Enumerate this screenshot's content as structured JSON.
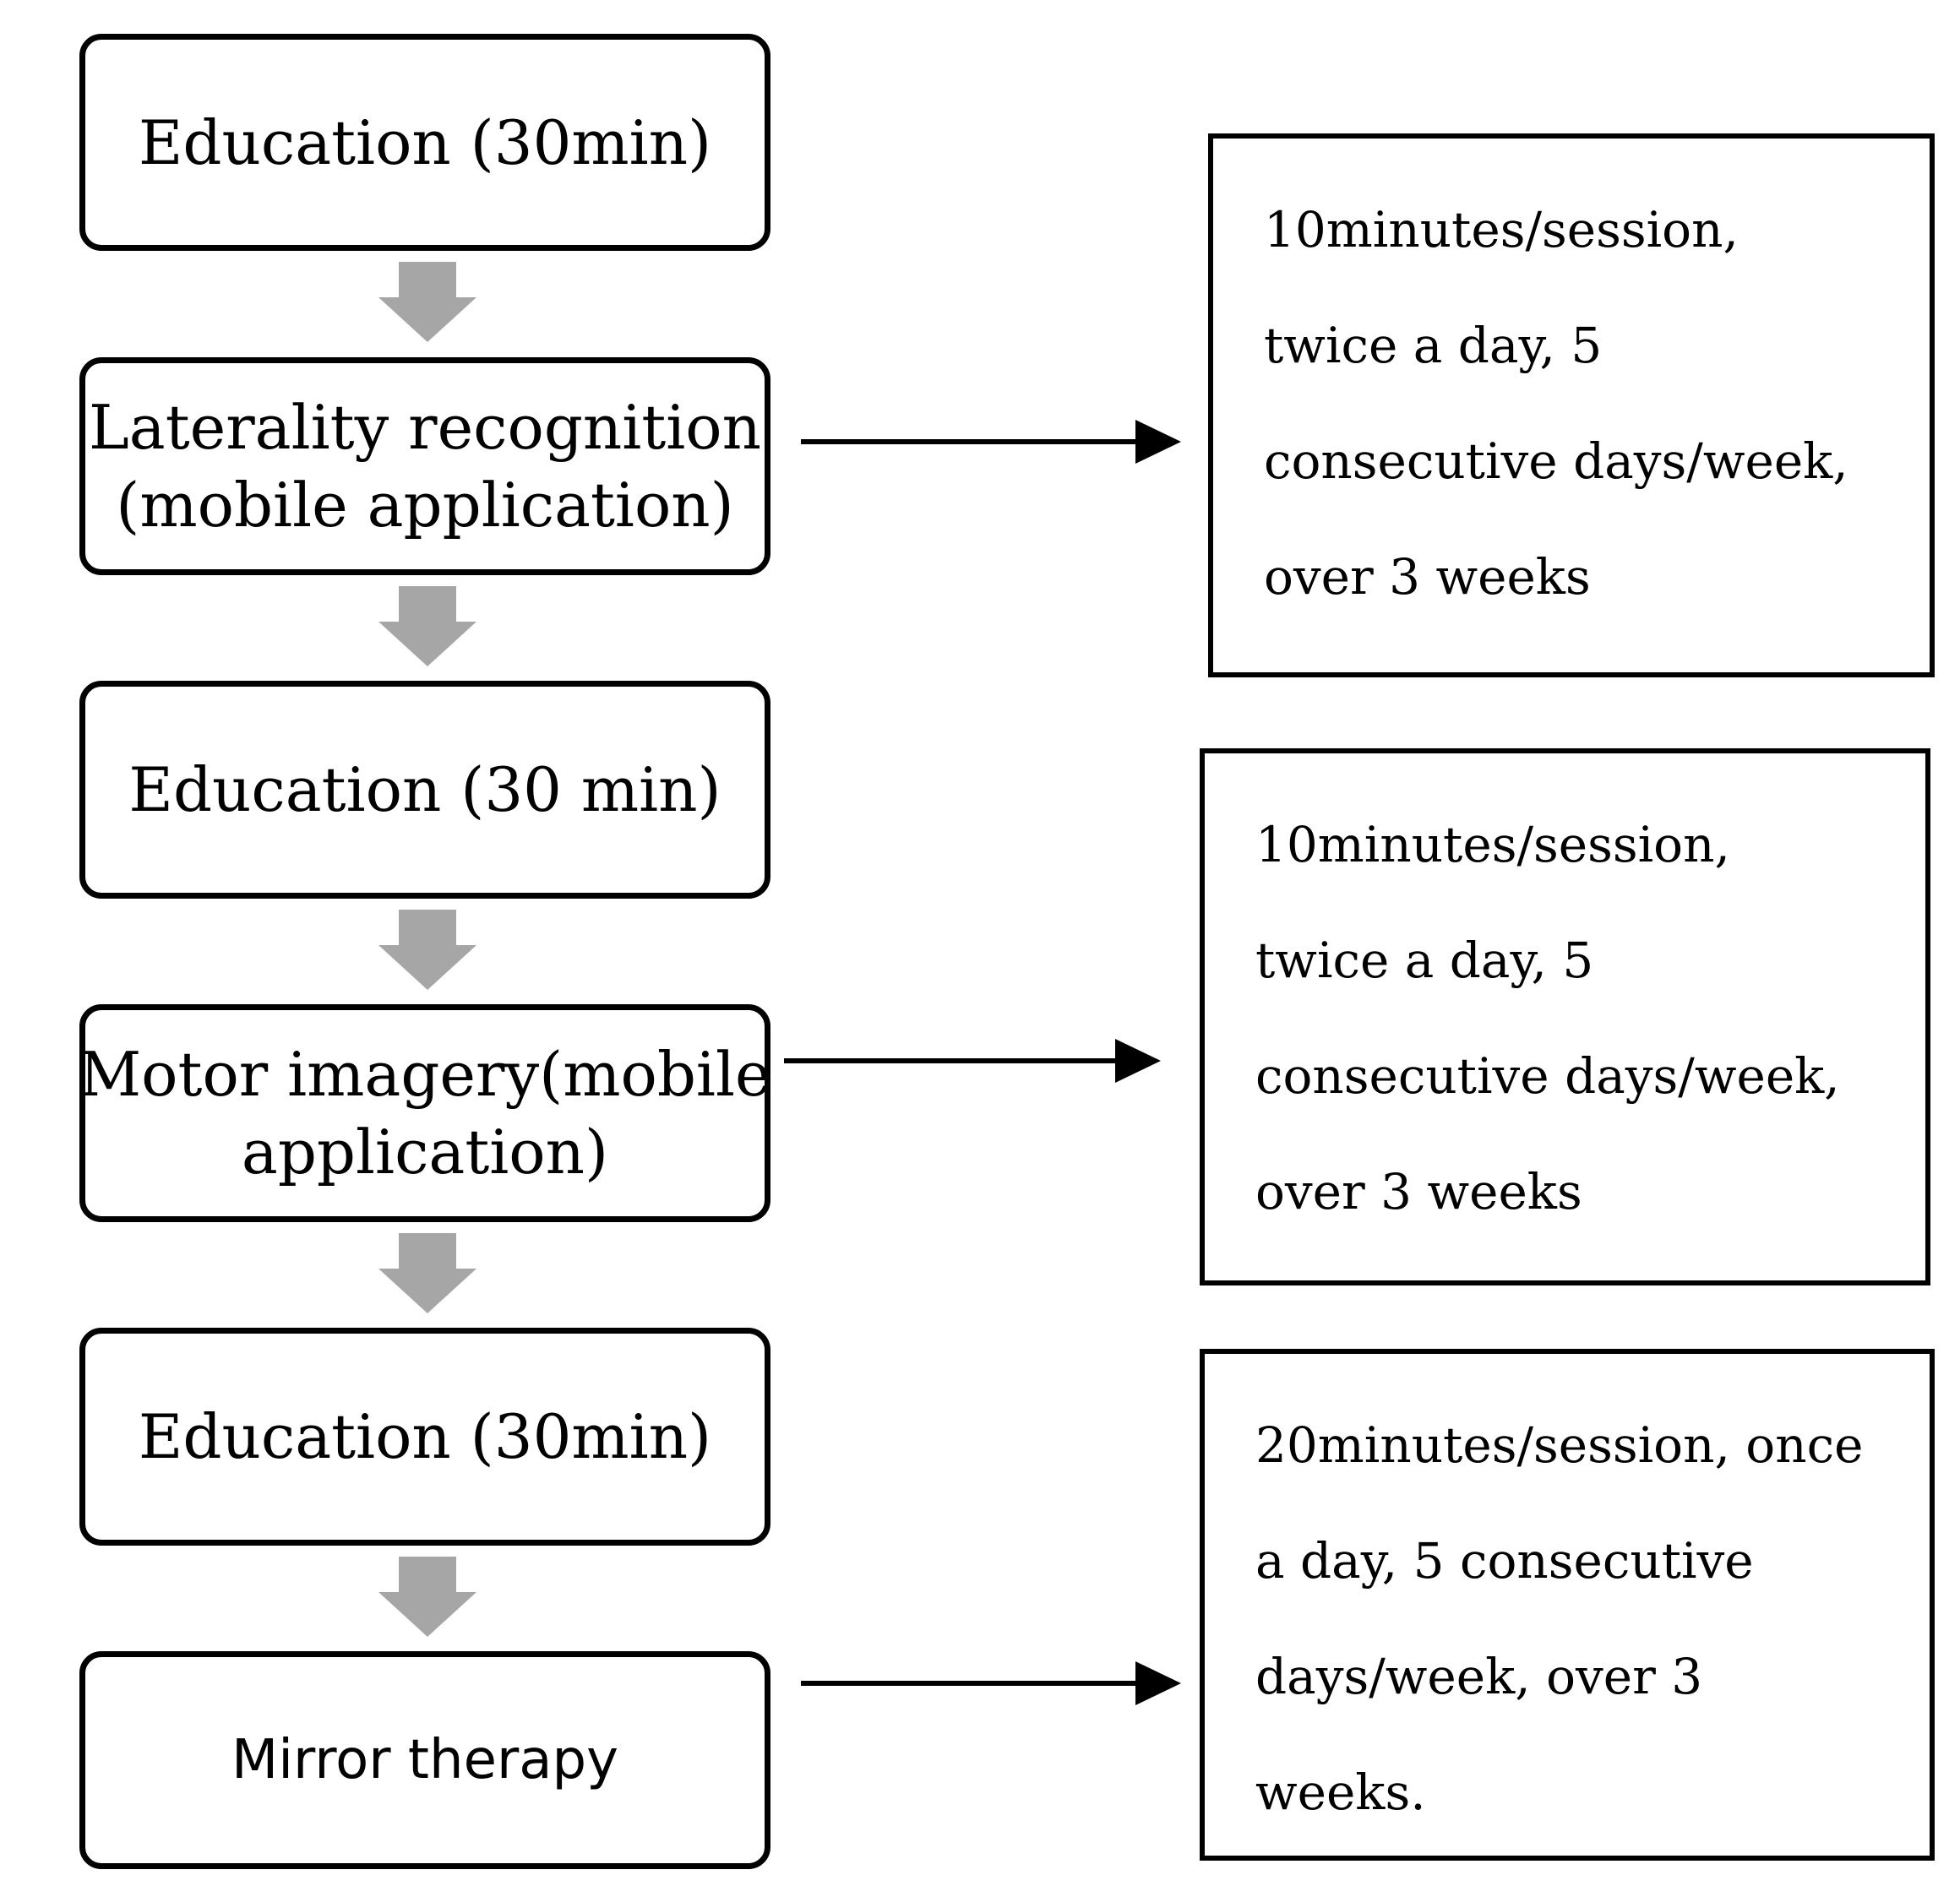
{
  "colors": {
    "box_border": "#000000",
    "flow_arrow": "#a6a6a6",
    "link_arrow": "#000000",
    "background": "#ffffff"
  },
  "steps": [
    {
      "id": "education-1",
      "lines": [
        "Education (30min)"
      ]
    },
    {
      "id": "laterality-recognition",
      "lines": [
        "Laterality recognition",
        "(mobile application)"
      ]
    },
    {
      "id": "education-2",
      "lines": [
        "Education (30 min)"
      ]
    },
    {
      "id": "motor-imagery",
      "lines": [
        "Motor imagery(mobile",
        "application)"
      ]
    },
    {
      "id": "education-3",
      "lines": [
        "Education (30min)"
      ]
    },
    {
      "id": "mirror-therapy",
      "lines": [
        "Mirror therapy"
      ]
    }
  ],
  "notes": [
    {
      "id": "laterality-dosage",
      "lines": [
        "10minutes/session,",
        "twice a day, 5",
        "consecutive days/week,",
        "over 3 weeks"
      ]
    },
    {
      "id": "motor-imagery-dosage",
      "lines": [
        "10minutes/session,",
        "twice a day, 5",
        "consecutive days/week,",
        "over 3 weeks"
      ]
    },
    {
      "id": "mirror-therapy-dosage",
      "lines": [
        "20minutes/session, once",
        "a day, 5 consecutive",
        "days/week, over 3",
        "weeks."
      ]
    }
  ]
}
